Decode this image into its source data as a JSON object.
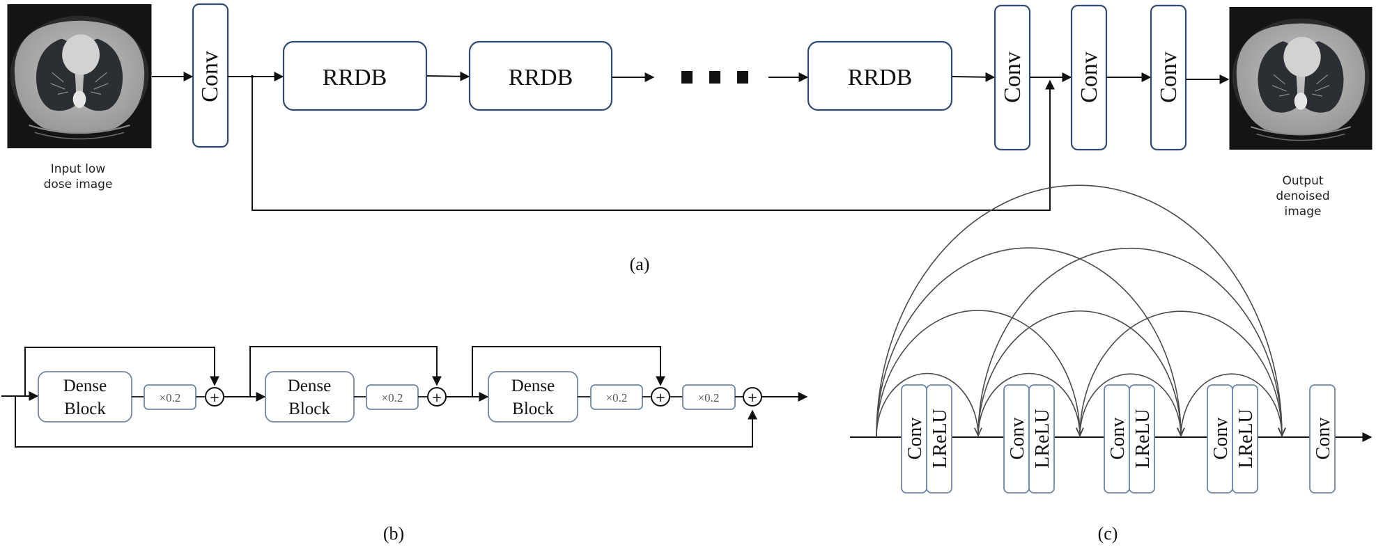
{
  "colors": {
    "box_stroke_dark": "#2f4a72",
    "box_stroke_light": "#6f86a8",
    "line": "#111111",
    "arc": "#555555",
    "scan_bg": "#141414",
    "scan_body": "#b4b4b4",
    "scan_lung": "#2a2e33",
    "scan_heart": "#cfcfcf"
  },
  "panel_a": {
    "input_caption": [
      "Input low",
      "dose image"
    ],
    "output_caption": [
      "Output",
      "denoised",
      "image"
    ],
    "first_conv": "Conv",
    "rrdb_blocks": [
      "RRDB",
      "RRDB",
      "RRDB"
    ],
    "ellipsis": "■ ■ ■",
    "trailing_convs": [
      "Conv",
      "Conv",
      "Conv"
    ],
    "caption": "(a)"
  },
  "panel_b": {
    "dense_blocks": [
      {
        "line1": "Dense",
        "line2": "Block",
        "scale": "×0.2"
      },
      {
        "line1": "Dense",
        "line2": "Block",
        "scale": "×0.2"
      },
      {
        "line1": "Dense",
        "line2": "Block",
        "scale": "×0.2"
      }
    ],
    "final_scale": "×0.2",
    "sum_symbol": "+",
    "caption": "(b)"
  },
  "panel_c": {
    "layer_pairs": [
      {
        "conv": "Conv",
        "act": "LReLU"
      },
      {
        "conv": "Conv",
        "act": "LReLU"
      },
      {
        "conv": "Conv",
        "act": "LReLU"
      },
      {
        "conv": "Conv",
        "act": "LReLU"
      }
    ],
    "final_conv": "Conv",
    "caption": "(c)"
  }
}
